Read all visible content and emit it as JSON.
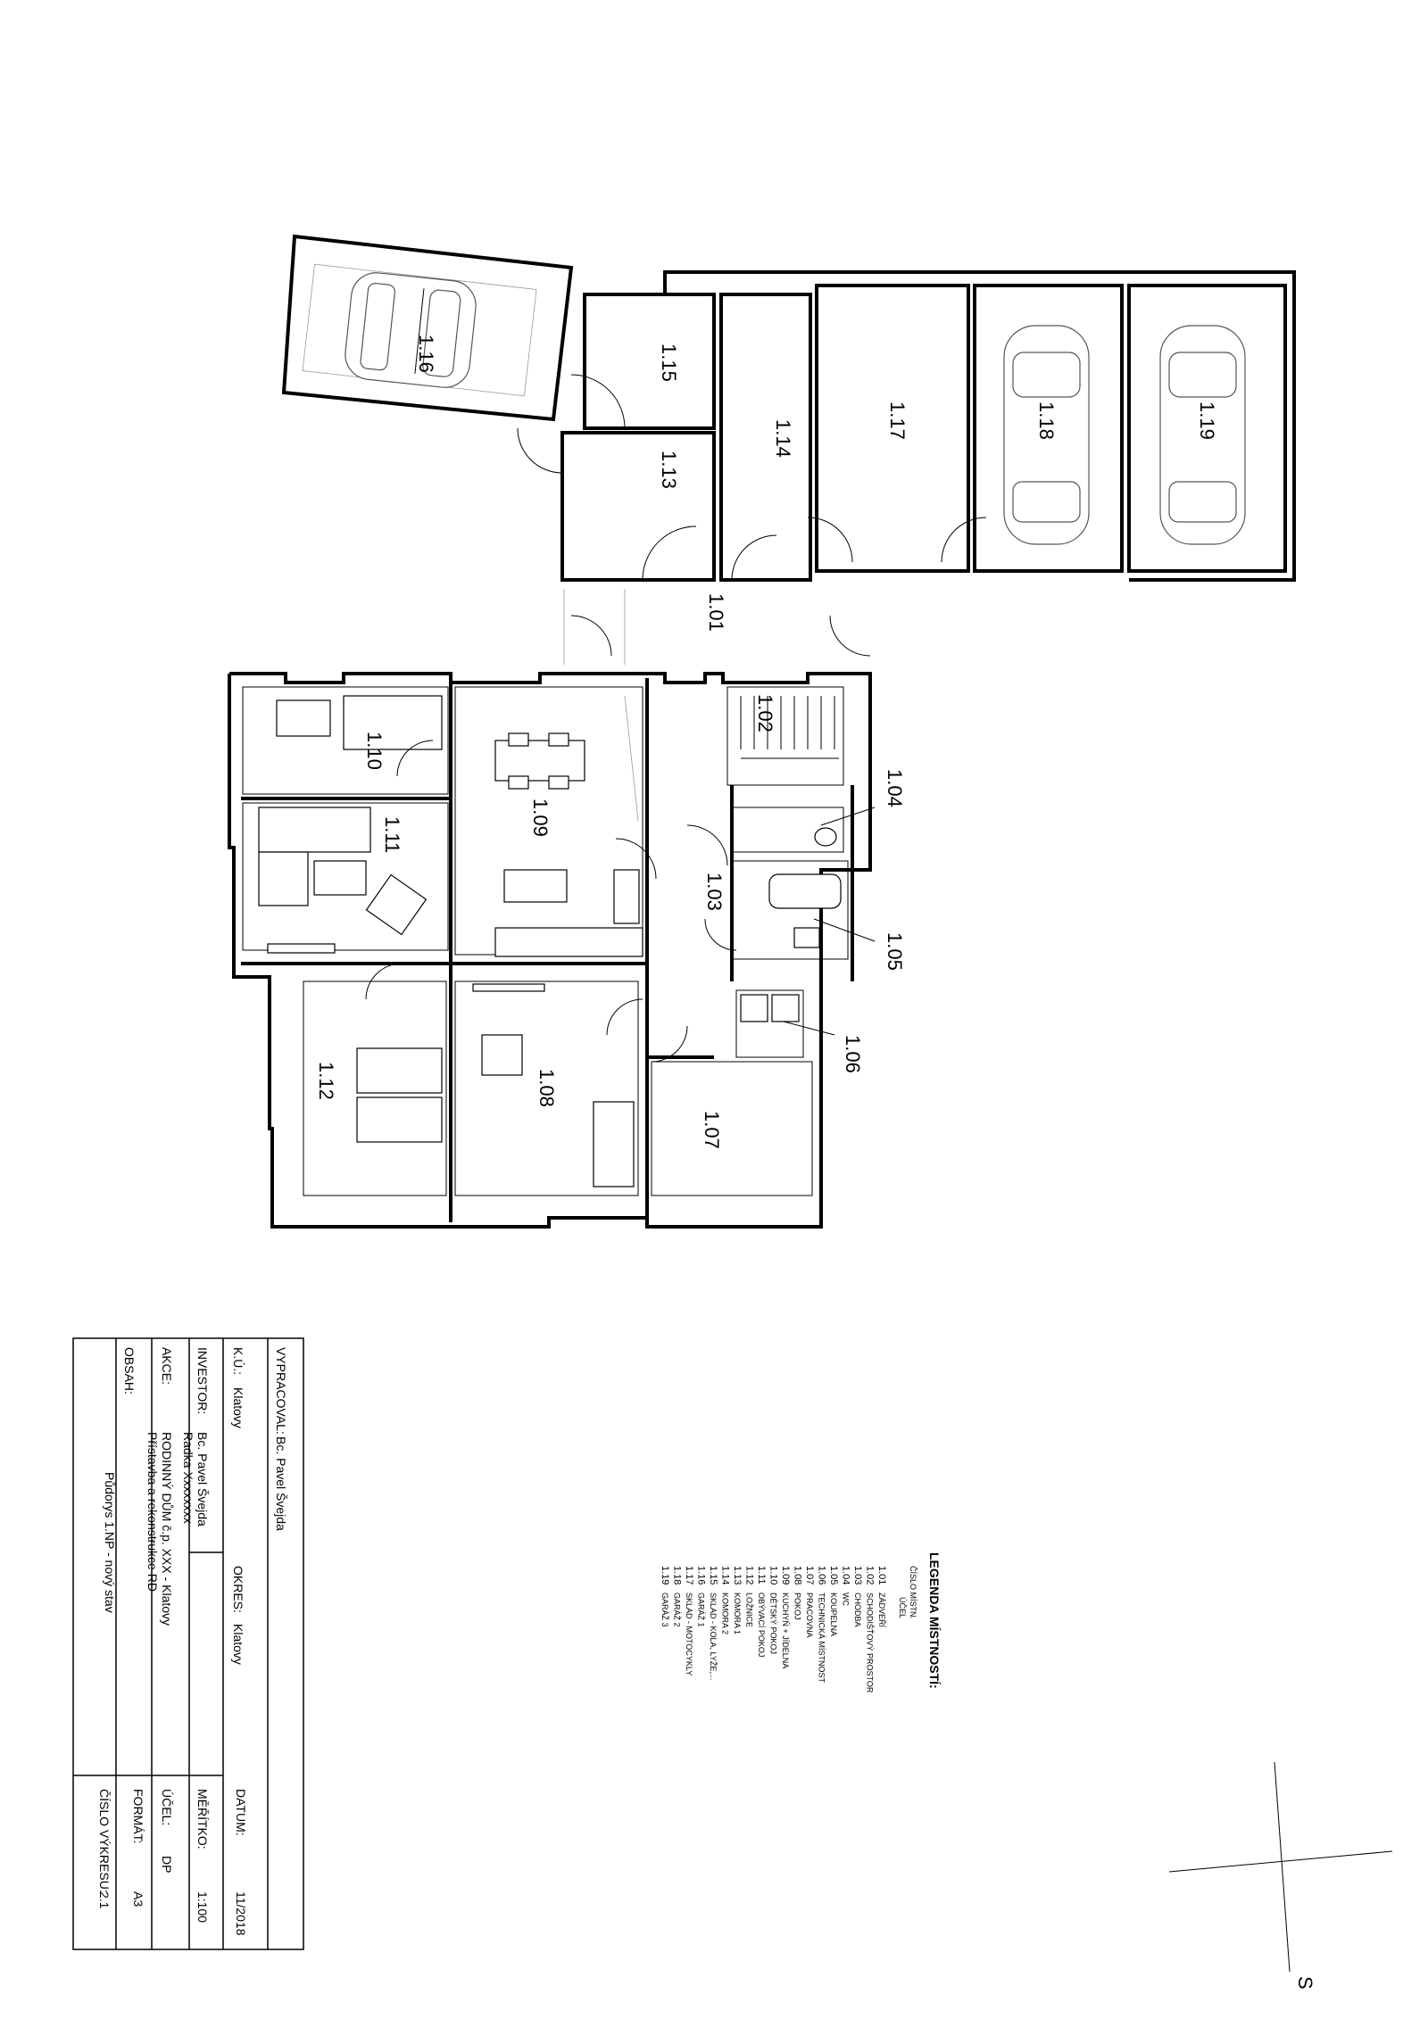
{
  "rooms": [
    {
      "id": "1.01",
      "label": "1.01"
    },
    {
      "id": "1.02",
      "label": "1.02"
    },
    {
      "id": "1.03",
      "label": "1.03"
    },
    {
      "id": "1.04",
      "label": "1.04"
    },
    {
      "id": "1.05",
      "label": "1.05"
    },
    {
      "id": "1.06",
      "label": "1.06"
    },
    {
      "id": "1.07",
      "label": "1.07"
    },
    {
      "id": "1.08",
      "label": "1.08"
    },
    {
      "id": "1.09",
      "label": "1.09"
    },
    {
      "id": "1.10",
      "label": "1.10"
    },
    {
      "id": "1.11",
      "label": "1.11"
    },
    {
      "id": "1.12",
      "label": "1.12"
    },
    {
      "id": "1.13",
      "label": "1.13"
    },
    {
      "id": "1.14",
      "label": "1.14"
    },
    {
      "id": "1.15",
      "label": "1.15"
    },
    {
      "id": "1.16",
      "label": "1.16"
    },
    {
      "id": "1.17",
      "label": "1.17"
    },
    {
      "id": "1.18",
      "label": "1.18"
    },
    {
      "id": "1.19",
      "label": "1.19"
    }
  ],
  "legend": {
    "title": "LEGENDA MÍSTNOSTÍ:",
    "col_number": "ČÍSLO MÍSTN.",
    "col_purpose": "ÚČEL",
    "entries": [
      {
        "num": "1.01",
        "name": "ZÁDVEŘÍ"
      },
      {
        "num": "1.02",
        "name": "SCHODIŠŤOVÝ PROSTOR"
      },
      {
        "num": "1.03",
        "name": "CHODBA"
      },
      {
        "num": "1.04",
        "name": "WC"
      },
      {
        "num": "1.05",
        "name": "KOUPELNA"
      },
      {
        "num": "1.06",
        "name": "TECHNICKÁ MÍSTNOST"
      },
      {
        "num": "1.07",
        "name": "PRACOVNA"
      },
      {
        "num": "1.08",
        "name": "POKOJ"
      },
      {
        "num": "1.09",
        "name": "KUCHYŇ + JÍDELNA"
      },
      {
        "num": "1.10",
        "name": "DĚTSKÝ POKOJ"
      },
      {
        "num": "1.11",
        "name": "OBÝVACÍ POKOJ"
      },
      {
        "num": "1.12",
        "name": "LOŽNICE"
      },
      {
        "num": "1.13",
        "name": "KOMORA 1"
      },
      {
        "num": "1.14",
        "name": "KOMORA 2"
      },
      {
        "num": "1.15",
        "name": "SKLAD - KOLA, LYŽE,..."
      },
      {
        "num": "1.16",
        "name": "GARÁŽ 1"
      },
      {
        "num": "1.17",
        "name": "SKLAD - MOTOCYKLY"
      },
      {
        "num": "1.18",
        "name": "GARÁŽ 2"
      },
      {
        "num": "1.19",
        "name": "GARÁŽ 3"
      }
    ]
  },
  "title_block": {
    "vypracoval_label": "VYPRACOVAL:",
    "vypracoval_value": "Bc. Pavel Švejda",
    "ku_label": "K.Ú.:",
    "ku_value": "Klatovy",
    "okres_label": "OKRES:",
    "okres_value": "Klatovy",
    "investor_label": "INVESTOR:",
    "investor_value_1": "Bc. Pavel Švejda",
    "investor_value_2": "Radka Xxxxxxxx",
    "akce_label": "AKCE:",
    "akce_value_1": "RODINNÝ DŮM č.p. XXX - Klatovy",
    "akce_value_2": "Přístavba a rekonstrukce RD",
    "obsah_label": "OBSAH:",
    "obsah_value": "Půdorys 1.NP - nový stav",
    "datum_label": "DATUM:",
    "datum_value": "11/2018",
    "meritko_label": "MĚŘÍTKO:",
    "meritko_value": "1:100",
    "ucel_label": "ÚČEL:",
    "ucel_value": "DP",
    "format_label": "FORMÁT:",
    "format_value": "A3",
    "cislo_label": "ČÍSLO VÝKRESU:",
    "cislo_value": "2.1"
  },
  "north": {
    "label": "S"
  }
}
